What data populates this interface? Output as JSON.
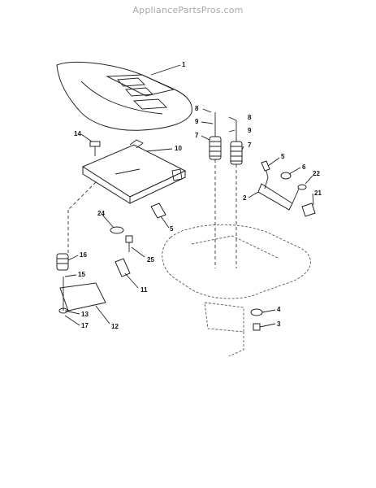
{
  "watermark": "AppliancePartsPros.com",
  "callouts": [
    "1",
    "8",
    "8",
    "9",
    "9",
    "7",
    "7",
    "14",
    "10",
    "5",
    "6",
    "22",
    "2",
    "21",
    "24",
    "5",
    "16",
    "25",
    "15",
    "11",
    "4",
    "3",
    "13",
    "17",
    "12"
  ]
}
